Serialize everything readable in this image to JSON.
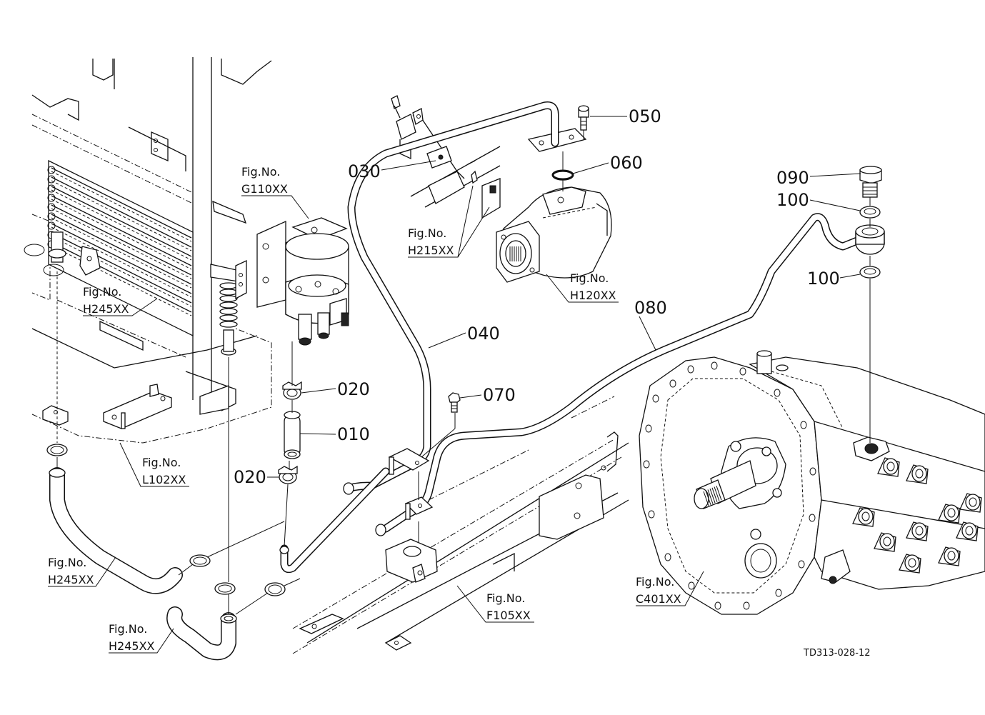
{
  "diagram": {
    "title": "Hydraulic piping exploded parts diagram",
    "document_id": "TD313-028-12",
    "part_callouts": [
      {
        "id": "010",
        "label": "010"
      },
      {
        "id": "020a",
        "label": "020"
      },
      {
        "id": "020b",
        "label": "020"
      },
      {
        "id": "030",
        "label": "030"
      },
      {
        "id": "040",
        "label": "040"
      },
      {
        "id": "050",
        "label": "050"
      },
      {
        "id": "060",
        "label": "060"
      },
      {
        "id": "070",
        "label": "070"
      },
      {
        "id": "080",
        "label": "080"
      },
      {
        "id": "090",
        "label": "090"
      },
      {
        "id": "100a",
        "label": "100"
      },
      {
        "id": "100b",
        "label": "100"
      }
    ],
    "figure_refs": [
      {
        "prefix": "Fig.No.",
        "code": "G110XX"
      },
      {
        "prefix": "Fig.No.",
        "code": "H215XX"
      },
      {
        "prefix": "Fig.No.",
        "code": "H120XX"
      },
      {
        "prefix": "Fig.No.",
        "code": "H245XX"
      },
      {
        "prefix": "Fig.No.",
        "code": "L102XX"
      },
      {
        "prefix": "Fig.No.",
        "code": "H245XX"
      },
      {
        "prefix": "Fig.No.",
        "code": "H245XX"
      },
      {
        "prefix": "Fig.No.",
        "code": "F105XX"
      },
      {
        "prefix": "Fig.No.",
        "code": "C401XX"
      }
    ],
    "components": [
      "oil-cooler",
      "frame-panel",
      "steering-unit",
      "hydraulic-pump",
      "transmission-case",
      "chassis-frame-rail",
      "pipe-040",
      "pipe-080",
      "hose-010",
      "hose-clamps-020",
      "clamp-030",
      "bolt-050",
      "o-ring-060",
      "bolt-070",
      "banjo-bolt-090",
      "seal-washers-100",
      "rubber-hoses"
    ]
  }
}
